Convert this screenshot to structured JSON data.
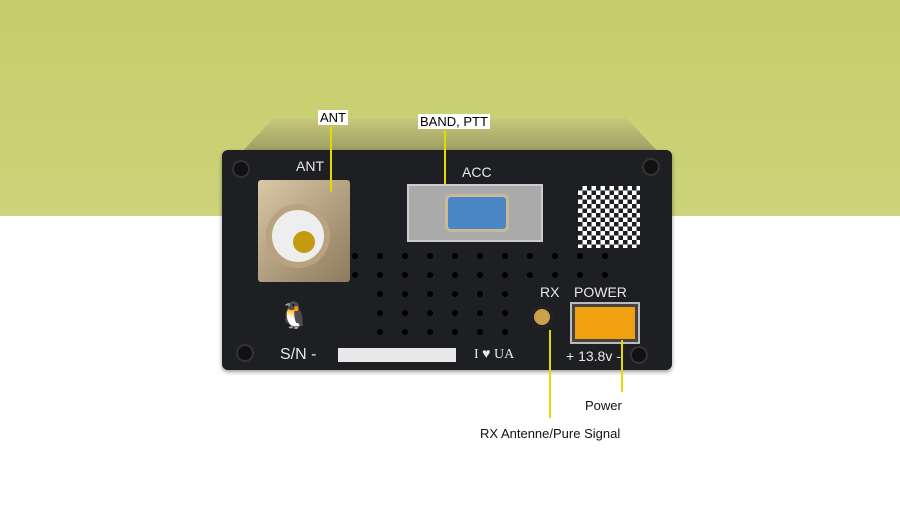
{
  "device": {
    "ant": "ANT",
    "acc": "ACC",
    "rx": "RX",
    "power": "POWER",
    "sn": "S/N -",
    "love_ua": "I ♥ UA",
    "voltage": "+ 13.8v -"
  },
  "annotations": {
    "ant": "ANT",
    "band_ptt": "BAND, PTT",
    "power": "Power",
    "rx": "RX Antenne/Pure Signal"
  },
  "colors": {
    "wall": "#c5cd6a",
    "panel": "#1e1f22",
    "callout_line": "#e6d900"
  }
}
